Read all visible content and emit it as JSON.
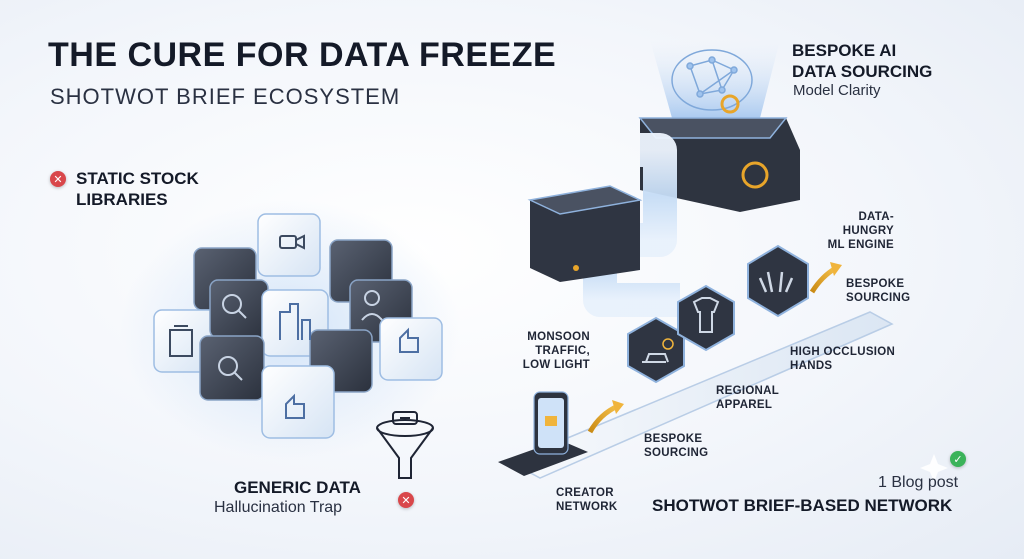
{
  "header": {
    "title": "THE CURE FOR DATA FREEZE",
    "subtitle": "SHOTWOT BRIEF ECOSYSTEM"
  },
  "left": {
    "heading_line1": "STATIC STOCK",
    "heading_line2": "LIBRARIES",
    "footer_title": "GENERIC DATA",
    "footer_caption": "Hallucination Trap"
  },
  "right": {
    "top_title_line1": "BESPOKE AI",
    "top_title_line2": "DATA SOURCING",
    "top_caption": "Model Clarity",
    "engine_line1": "DATA-HUNGRY",
    "engine_line2": "ML ENGINE",
    "bespoke_top_line1": "BESPOKE",
    "bespoke_top_line2": "SOURCING",
    "occlusion_line1": "HIGH OCCLUSION",
    "occlusion_line2": "HANDS",
    "monsoon_line1": "MONSOON",
    "monsoon_line2": "TRAFFIC,",
    "monsoon_line3": "LOW LIGHT",
    "apparel_line1": "REGIONAL",
    "apparel_line2": "APPAREL",
    "bespoke_bottom_line1": "BESPOKE",
    "bespoke_bottom_line2": "SOURCING",
    "creator_line1": "CREATOR",
    "creator_line2": "NETWORK",
    "blog": "1 Blog post",
    "network_title": "SHOTWOT BRIEF-BASED NETWORK"
  },
  "colors": {
    "accent_red": "#d9474b",
    "accent_green": "#3bb35a",
    "accent_gold": "#e8a52a",
    "dark_cube": "#3a4150",
    "glow_blue": "#bcd6f3"
  }
}
